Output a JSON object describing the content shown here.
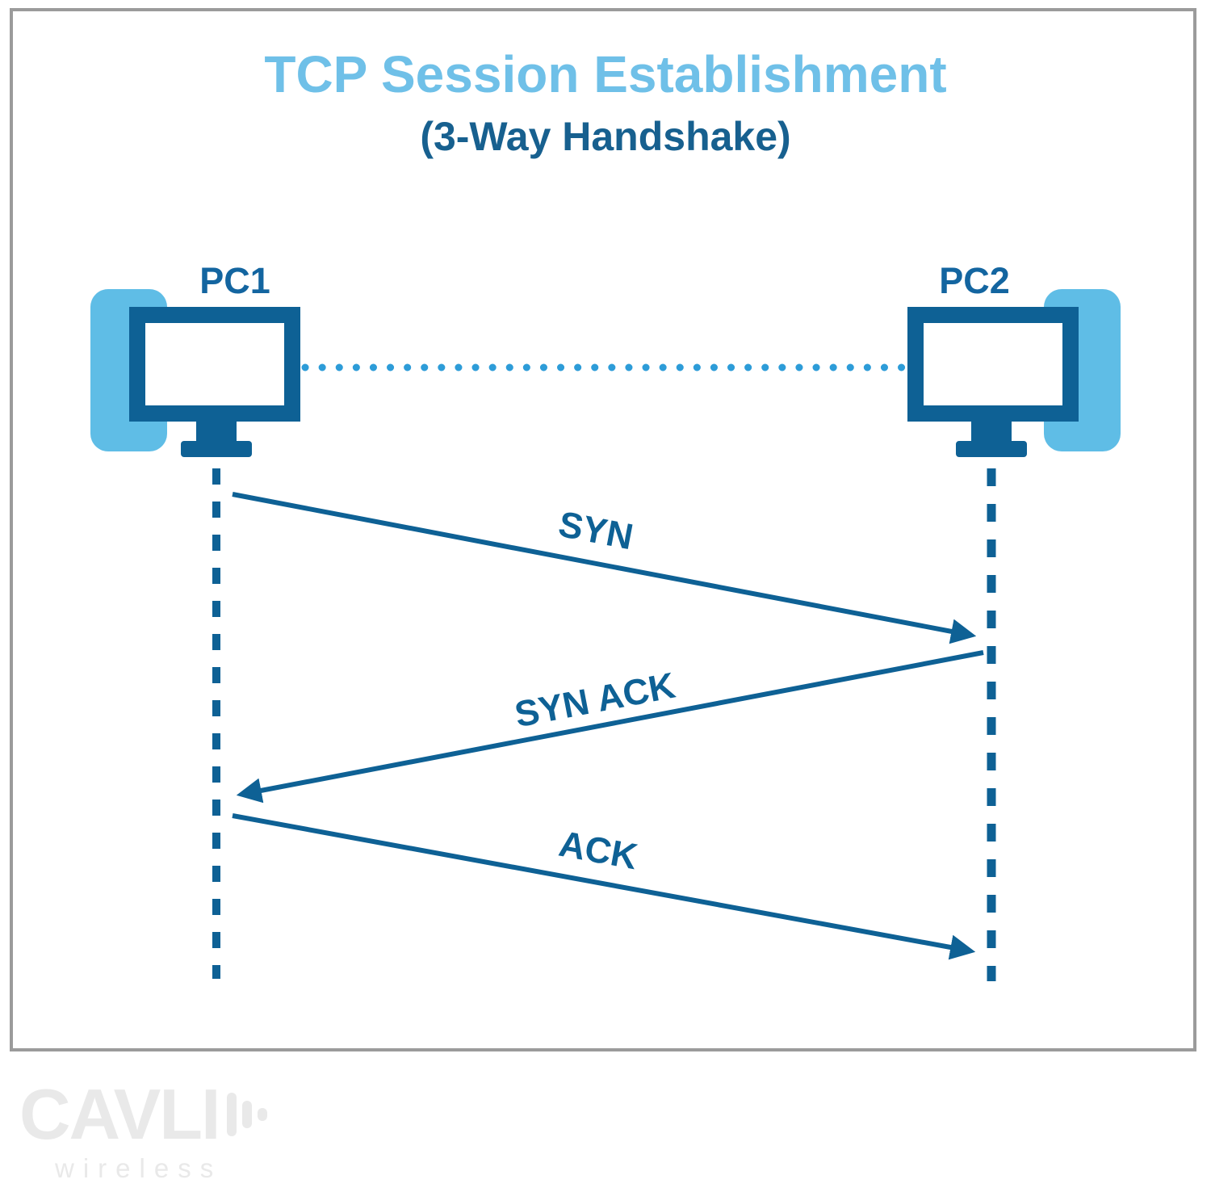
{
  "title": "TCP Session Establishment",
  "subtitle": "(3-Way Handshake)",
  "diagram": {
    "type": "sequence-diagram",
    "nodes": [
      {
        "id": "pc1",
        "label": "PC1",
        "icon": "desktop-computer-icon"
      },
      {
        "id": "pc2",
        "label": "PC2",
        "icon": "desktop-computer-icon"
      }
    ],
    "link": {
      "style": "dotted",
      "between": [
        "PC1",
        "PC2"
      ]
    },
    "messages": [
      {
        "label": "SYN",
        "from": "PC1",
        "to": "PC2"
      },
      {
        "label": "SYN ACK",
        "from": "PC2",
        "to": "PC1"
      },
      {
        "label": "ACK",
        "from": "PC1",
        "to": "PC2"
      }
    ]
  },
  "logo": {
    "brand": "CAVLI",
    "tagline": "wireless"
  },
  "colors": {
    "title_light_blue": "#6fc0e8",
    "subtitle_blue": "#17608f",
    "dark_blue": "#0e6195",
    "dot_blue": "#2d9cd8",
    "tower_light_blue": "#5fbde6",
    "logo_gray": "#e9e9e9",
    "frame_gray": "#9b9b9b"
  }
}
